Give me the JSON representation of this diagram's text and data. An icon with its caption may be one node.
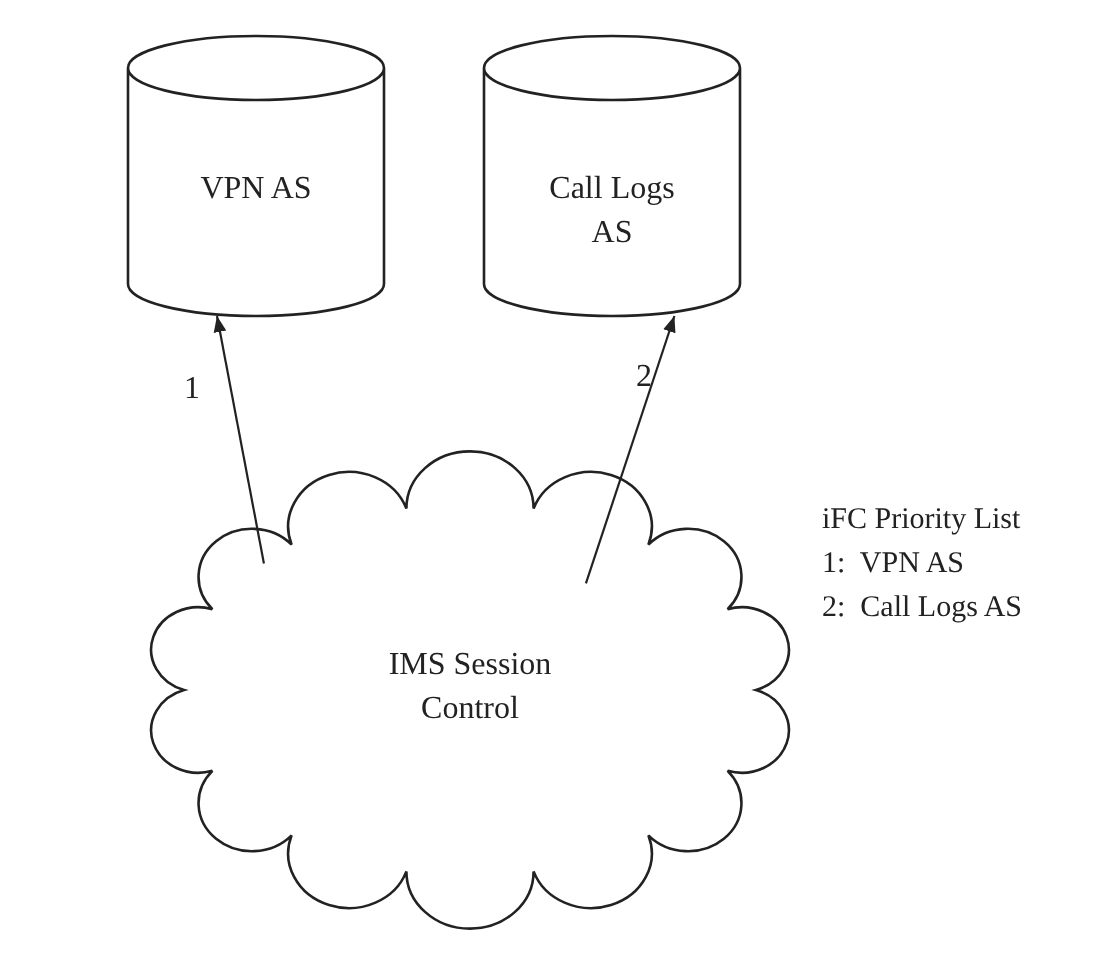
{
  "diagram": {
    "nodes": [
      {
        "text": [
          "VPN AS"
        ]
      },
      {
        "text": [
          "Call Logs AS"
        ]
      },
      {
        "text": [
          "IMS Session Control"
        ]
      }
    ],
    "edges": [
      {
        "from": 2,
        "to": 0,
        "arrow": "to",
        "label": "1"
      },
      {
        "from": 2,
        "to": 1,
        "arrow": "to",
        "label": "2"
      }
    ],
    "labels": [
      "iFC Priority List",
      "1:  VPN AS",
      "2:  Call Logs AS"
    ]
  }
}
